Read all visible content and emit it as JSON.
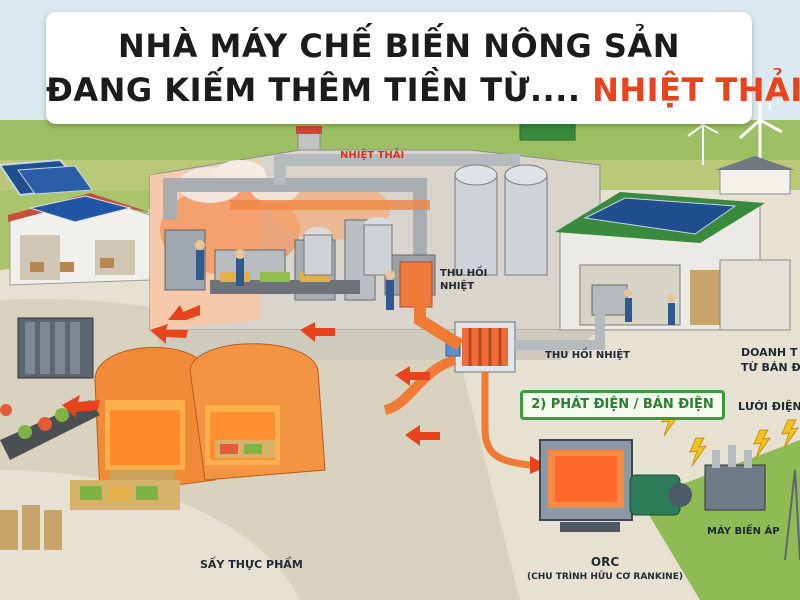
{
  "title": {
    "line1": "NHÀ MÁY CHẾ BIẾN NÔNG SẢN",
    "line2_main": "ĐANG KIẾM THÊM TIỀN TỪ....",
    "line2_highlight": "NHIỆT THẢI"
  },
  "labels": {
    "nhiet_thai": "NHIỆT THẢI",
    "thu_hoi_nhiet_top_1": "THU HỒI",
    "thu_hoi_nhiet_top_2": "NHIỆT",
    "thu_hoi_nhiet_bottom": "THU HỒI NHIỆT",
    "doanh_thu_1": "DOANH T",
    "doanh_thu_2": "TỪ BÁN Đ",
    "phat_dien": "2) PHÁT ĐIỆN / BÁN ĐIỆN",
    "luoi_dien": "LƯỚI ĐIỆN",
    "orc_1": "ORC",
    "orc_2": "(CHU TRÌNH HỮU CƠ RANKINE)",
    "may_bien_ap": "MÁY BIẾN ÁP",
    "say_thuc_pham": "SẤY THỰC PHẨM"
  },
  "colors": {
    "accent_red": "#e8431c",
    "pipe_orange": "#ee7a34",
    "green": "#3a9a3c",
    "navy": "#1e2a33"
  }
}
